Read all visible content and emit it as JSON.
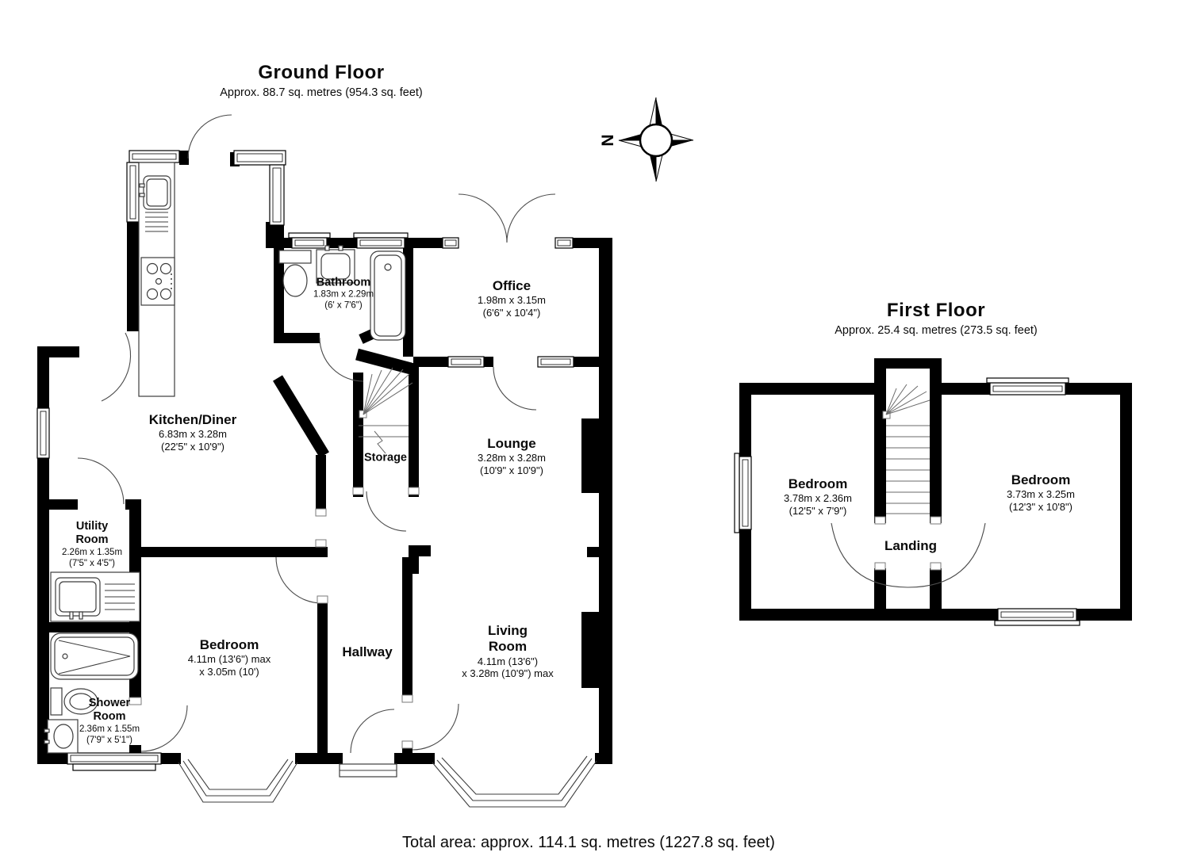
{
  "ground": {
    "title": "Ground Floor",
    "subtitle": "Approx. 88.7 sq. metres (954.3 sq. feet)",
    "rooms": {
      "kitchen": {
        "name": "Kitchen/Diner",
        "m": "6.83m x 3.28m",
        "ft": "(22'5\" x 10'9\")"
      },
      "bathroom": {
        "name": "Bathroom",
        "m": "1.83m x 2.29m",
        "ft": "(6' x 7'6\")"
      },
      "office": {
        "name": "Office",
        "m": "1.98m x 3.15m",
        "ft": "(6'6\" x 10'4\")"
      },
      "lounge": {
        "name": "Lounge",
        "m": "3.28m x 3.28m",
        "ft": "(10'9\" x 10'9\")"
      },
      "storage": {
        "name": "Storage"
      },
      "utility": {
        "name": "Utility Room",
        "m": "2.26m x 1.35m",
        "ft": "(7'5\" x 4'5\")"
      },
      "bedroom": {
        "name": "Bedroom",
        "m": "4.11m (13'6\") max",
        "ft": "x 3.05m (10')"
      },
      "hallway": {
        "name": "Hallway"
      },
      "living": {
        "name": "Living Room",
        "m": "4.11m (13'6\")",
        "ft": "x 3.28m (10'9\") max"
      },
      "shower": {
        "name": "Shower Room",
        "m": "2.36m x 1.55m",
        "ft": "(7'9\" x 5'1\")"
      }
    }
  },
  "first": {
    "title": "First Floor",
    "subtitle": "Approx. 25.4 sq. metres (273.5 sq. feet)",
    "rooms": {
      "bedroom_left": {
        "name": "Bedroom",
        "m": "3.78m x 2.36m",
        "ft": "(12'5\" x 7'9\")"
      },
      "bedroom_right": {
        "name": "Bedroom",
        "m": "3.73m x 3.25m",
        "ft": "(12'3\" x 10'8\")"
      },
      "landing": {
        "name": "Landing"
      }
    }
  },
  "total_area": "Total area: approx. 114.1 sq. metres (1227.8 sq. feet)",
  "compass": {
    "north_label": "N"
  },
  "colors": {
    "wall": "#000000",
    "background": "#ffffff",
    "thin_line": "#3c3c3c"
  }
}
